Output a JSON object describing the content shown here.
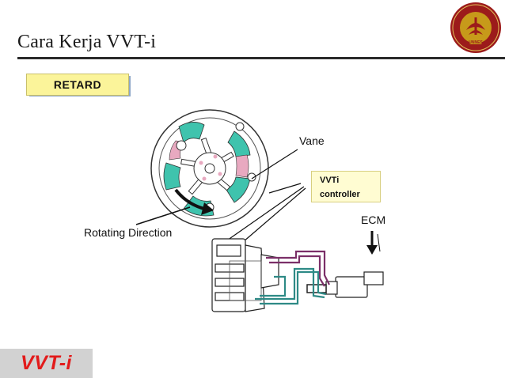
{
  "header": {
    "title": "Cara Kerja VVT-i",
    "logo_text": "UNNES"
  },
  "mode_badge": "RETARD",
  "labels": {
    "vane": "Vane",
    "controller_line1": "VVTi",
    "controller_line2": "controller",
    "ecm": "ECM",
    "rotating_direction": "Rotating Direction"
  },
  "footer": {
    "brand": "VVT-i"
  },
  "colors": {
    "oil_chamber": "#3fc3ad",
    "oil_pink": "#e8a9c0",
    "retard_line": "#7b2f68",
    "advance_line": "#2e8a86",
    "logo_gold": "#c79a1a",
    "logo_red": "#9c1b1b",
    "footer_red": "#e21b1b",
    "badge_yellow": "#fbf49a"
  }
}
